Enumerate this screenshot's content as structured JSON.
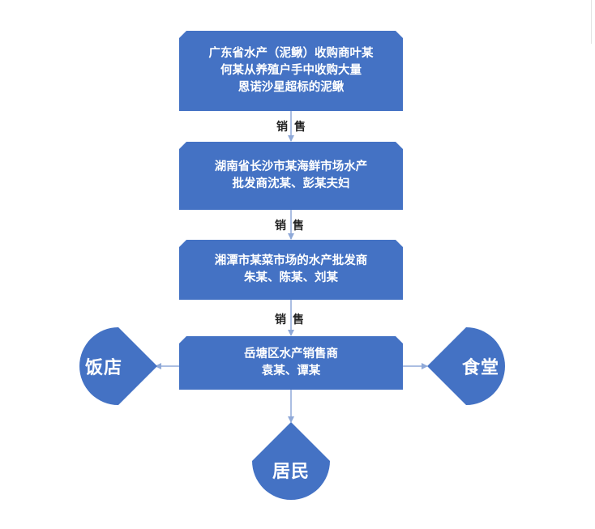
{
  "nodes": {
    "box1": [
      "广东省水产（泥鳅）收购商叶某",
      "何某从养殖户手中收购大量",
      "恩诺沙星超标的泥鳅"
    ],
    "box2": [
      "湖南省长沙市某海鲜市场水产",
      "批发商沈某、彭某夫妇"
    ],
    "box3": [
      "湘潭市某菜市场的水产批发商",
      "朱某、陈某、刘某"
    ],
    "box4": [
      "岳塘区水产销售商",
      "袁某、谭某"
    ]
  },
  "edge_labels": {
    "sale1": "销售",
    "sale2": "销售",
    "sale3": "销售"
  },
  "destinations": {
    "left": "饭店",
    "right": "食堂",
    "bottom": "居民"
  },
  "colors": {
    "fill": "#4472c4",
    "arrow": "#8fa9d8"
  }
}
